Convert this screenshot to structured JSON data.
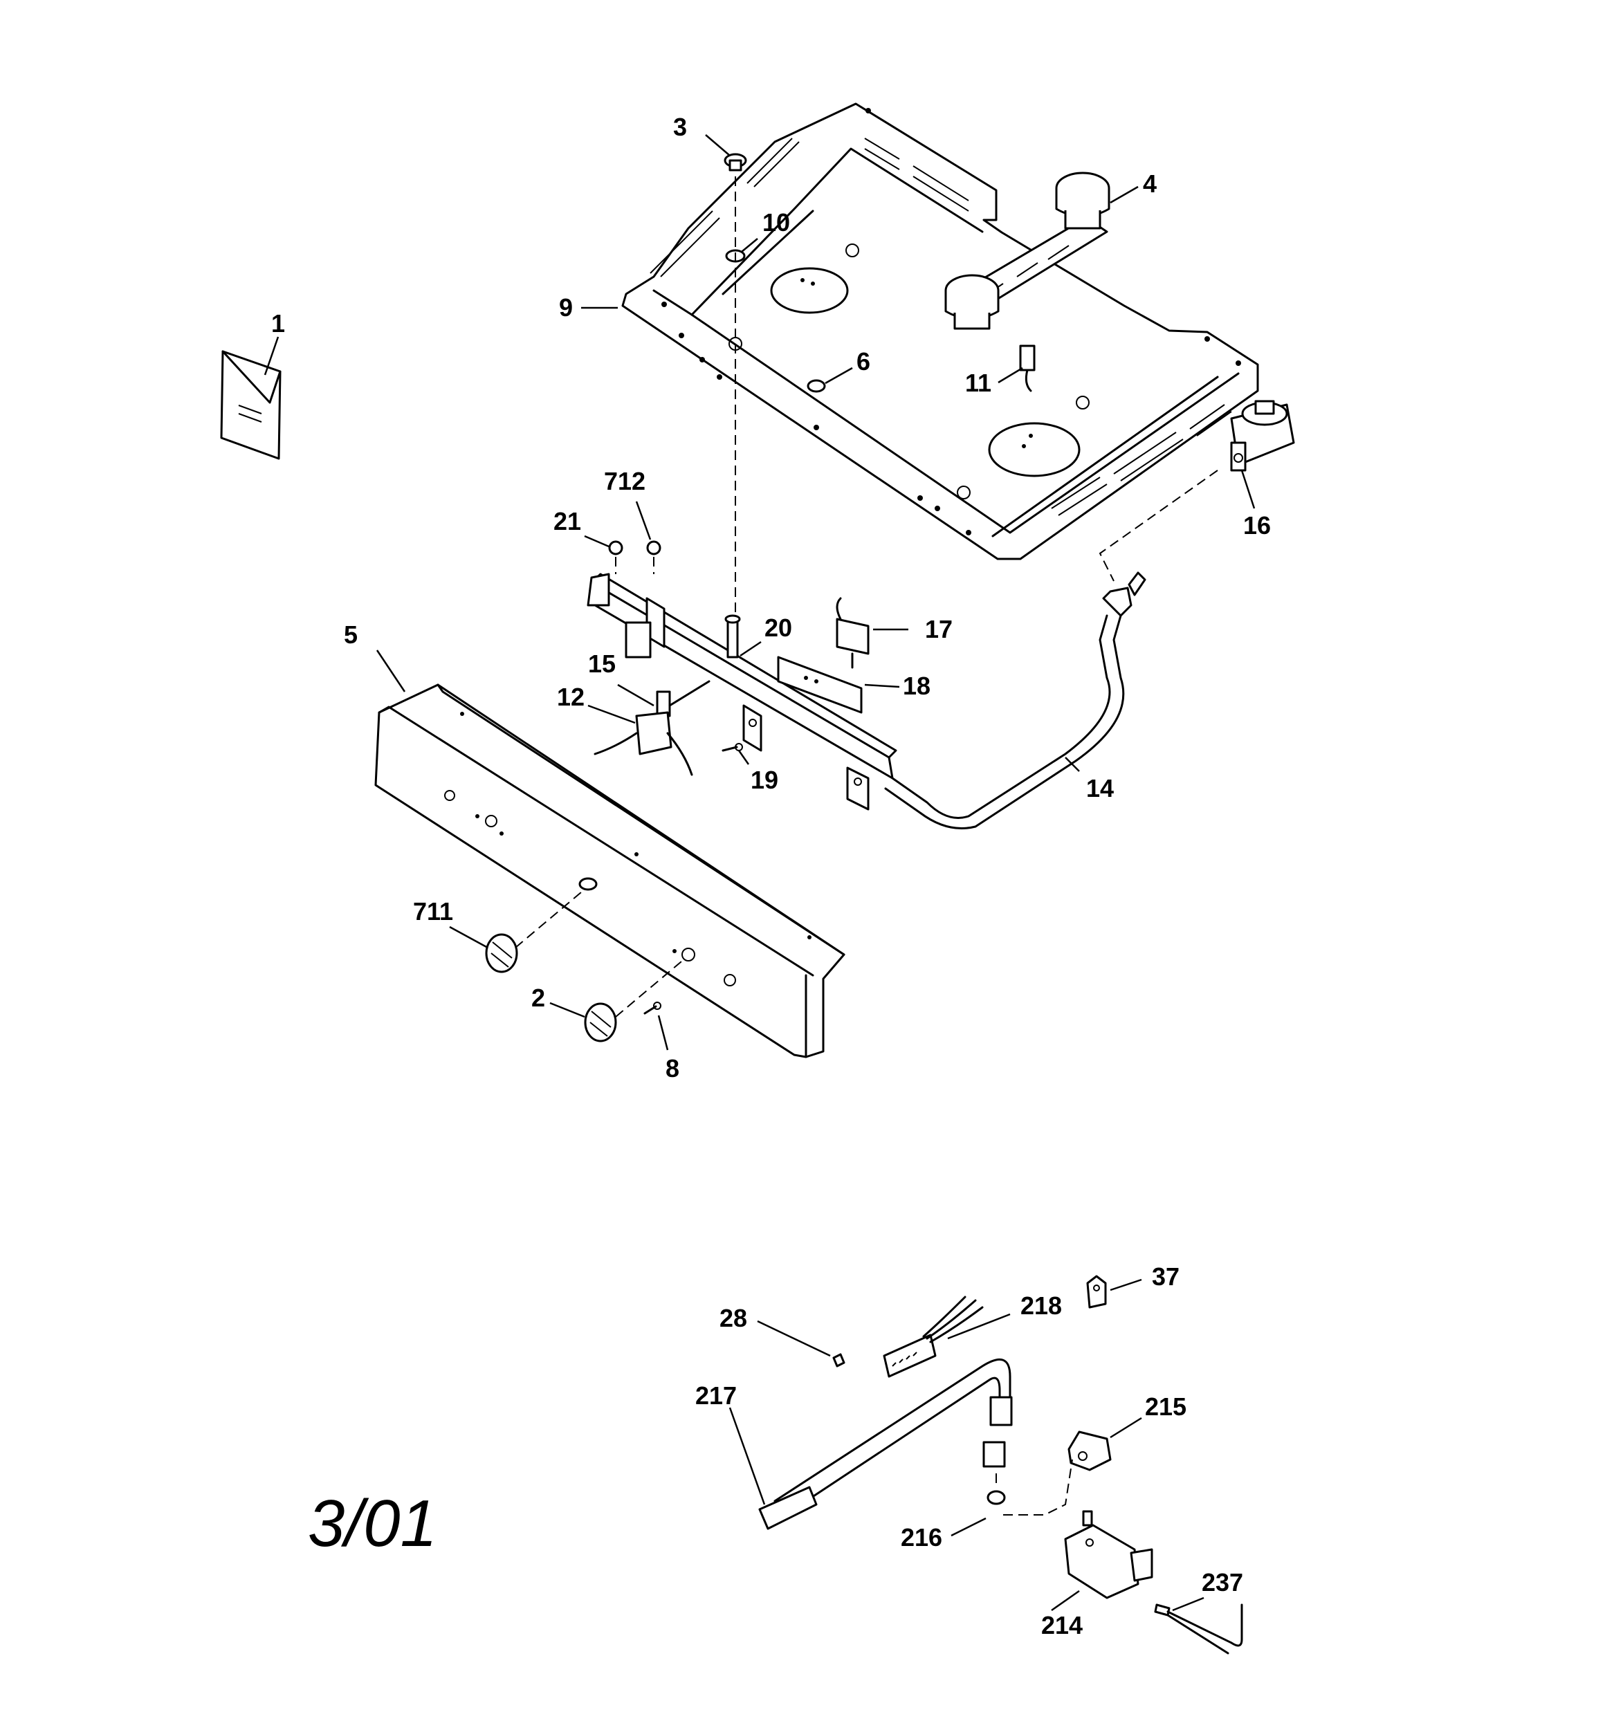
{
  "diagram": {
    "date_mark": "3/01",
    "callouts": [
      {
        "id": "c1",
        "label": "1"
      },
      {
        "id": "c3",
        "label": "3"
      },
      {
        "id": "c4",
        "label": "4"
      },
      {
        "id": "c10",
        "label": "10"
      },
      {
        "id": "c9",
        "label": "9"
      },
      {
        "id": "c6",
        "label": "6"
      },
      {
        "id": "c11",
        "label": "11"
      },
      {
        "id": "c16",
        "label": "16"
      },
      {
        "id": "c712",
        "label": "712"
      },
      {
        "id": "c21",
        "label": "21"
      },
      {
        "id": "c5",
        "label": "5"
      },
      {
        "id": "c20",
        "label": "20"
      },
      {
        "id": "c17",
        "label": "17"
      },
      {
        "id": "c15",
        "label": "15"
      },
      {
        "id": "c12",
        "label": "12"
      },
      {
        "id": "c18",
        "label": "18"
      },
      {
        "id": "c19",
        "label": "19"
      },
      {
        "id": "c14",
        "label": "14"
      },
      {
        "id": "c711",
        "label": "711"
      },
      {
        "id": "c2",
        "label": "2"
      },
      {
        "id": "c8",
        "label": "8"
      },
      {
        "id": "c37",
        "label": "37"
      },
      {
        "id": "c218",
        "label": "218"
      },
      {
        "id": "c28",
        "label": "28"
      },
      {
        "id": "c217",
        "label": "217"
      },
      {
        "id": "c215",
        "label": "215"
      },
      {
        "id": "c216",
        "label": "216"
      },
      {
        "id": "c237",
        "label": "237"
      },
      {
        "id": "c214",
        "label": "214"
      }
    ]
  }
}
